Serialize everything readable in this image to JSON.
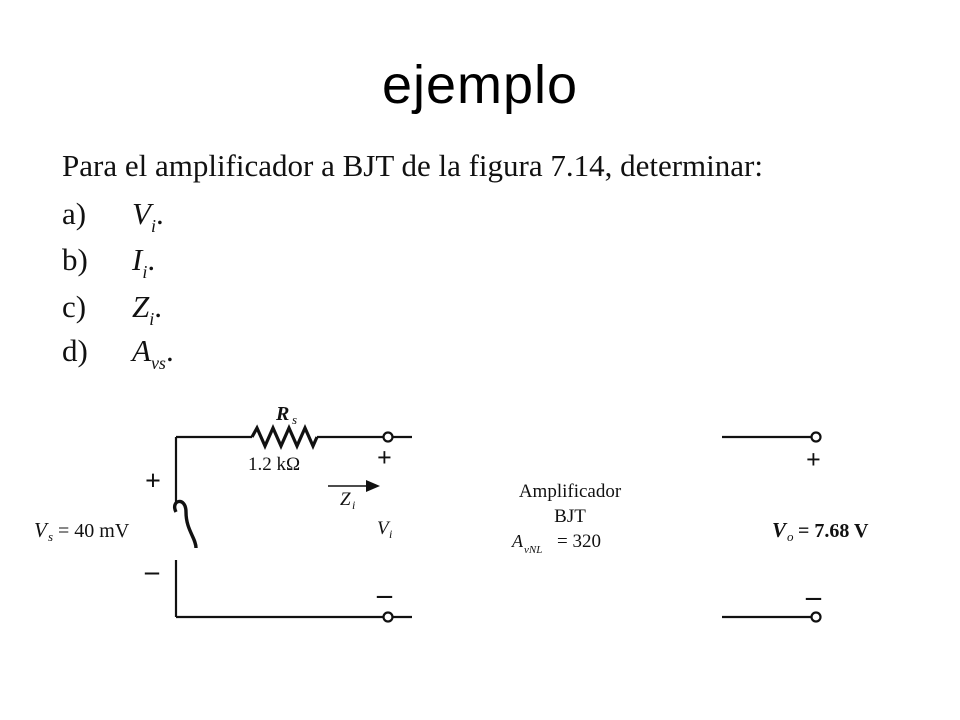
{
  "title": "ejemplo",
  "problem": {
    "prompt": "Para el amplificador a BJT de la figura 7.14, determinar:",
    "items": [
      {
        "label": "a)",
        "symbol": "V",
        "sub": "i",
        "end": "."
      },
      {
        "label": "b)",
        "symbol": "I",
        "sub": "i",
        "end": "."
      },
      {
        "label": "c)",
        "symbol": "Z",
        "sub": "i",
        "end": "."
      },
      {
        "label": "d)",
        "symbol": "A",
        "sub": "vs",
        "end": "."
      }
    ]
  },
  "circuit": {
    "rs_symbol": "R",
    "rs_sub": "s",
    "rs_value": "1.2 kΩ",
    "source_label": "V",
    "source_sub": "s",
    "source_value": "= 40 mV",
    "src_plus": "+",
    "src_minus": "–",
    "in_plus": "+",
    "in_minus": "–",
    "zi_symbol": "Z",
    "zi_sub": "i",
    "vi_symbol": "V",
    "vi_sub": "i",
    "amp_line1": "Amplificador",
    "amp_line2": "BJT",
    "gain_symbol": "A",
    "gain_sub": "vNL",
    "gain_value": "= 320",
    "out_plus": "+",
    "out_minus": "–",
    "vo_symbol": "V",
    "vo_sub": "o",
    "vo_value": "= 7.68 V"
  }
}
